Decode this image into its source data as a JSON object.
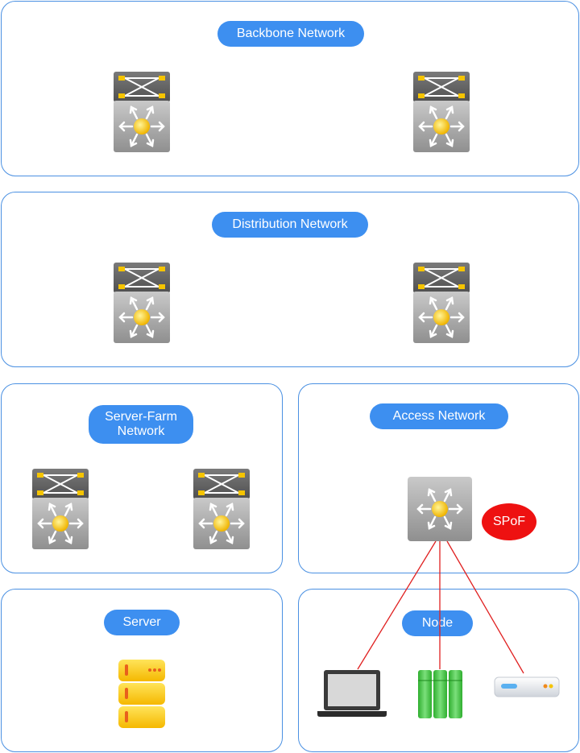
{
  "panels": {
    "backbone": {
      "title": "Backbone Network"
    },
    "distribution": {
      "title": "Distribution Network"
    },
    "server_farm": {
      "title": "Server-Farm\nNetwork"
    },
    "access": {
      "title": "Access Network",
      "badge": "SPoF"
    },
    "server": {
      "title": "Server"
    },
    "node": {
      "title": "Node"
    }
  },
  "colors": {
    "panel_border": "#4a90e2",
    "pill": "#3d8ff0",
    "spof": "#ee1111",
    "link": "#e02020",
    "switch_core": "#f5c400"
  },
  "icons": {
    "l3_switch": "multilayer-switch-icon",
    "l2_switch": "switch-icon",
    "server": "server-rack-icon",
    "laptop": "laptop-icon",
    "storage": "storage-icon",
    "router": "router-icon"
  }
}
